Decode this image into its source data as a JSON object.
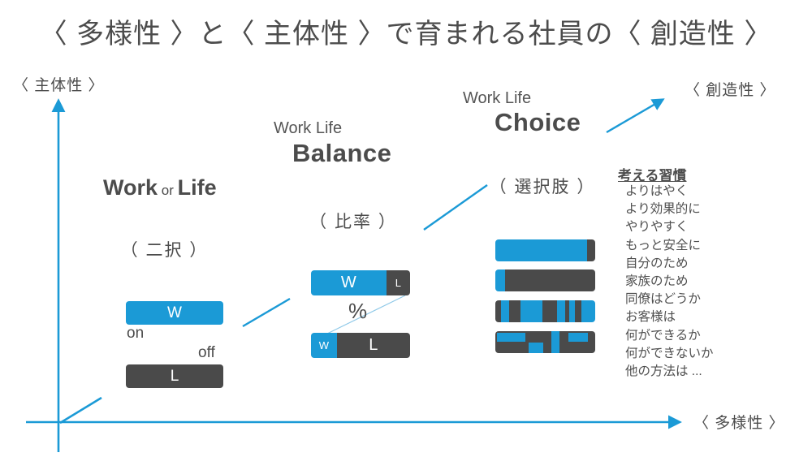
{
  "title": "〈 多様性 〉と〈 主体性 〉で育まれる社員の〈 創造性 〉",
  "colors": {
    "blue": "#1b9ad6",
    "dark": "#4a4a4a",
    "text": "#4d4d4d",
    "light_blue": "#8fc9e8"
  },
  "axes": {
    "y_label": "〈 主体性 〉",
    "x_label": "〈 多様性 〉",
    "diagonal_label": "〈 創造性 〉"
  },
  "stages": [
    {
      "id": "work-or-life",
      "heading_parts": {
        "bold1": "Work",
        "mid": " or ",
        "bold2": "Life"
      },
      "subtitle": "（ 二択 ）",
      "bars": [
        {
          "color": "blue",
          "label": "W",
          "tag": "on"
        },
        {
          "color": "dark",
          "label": "L",
          "tag": "off"
        }
      ]
    },
    {
      "id": "work-life-balance",
      "heading_top": "Work Life",
      "heading_bold": "Balance",
      "subtitle": "（ 比率 ）",
      "percent_label": "%",
      "bars": [
        {
          "segments": [
            {
              "color": "blue",
              "w": 76,
              "label": "W",
              "size": "lg"
            },
            {
              "color": "dark",
              "w": 24,
              "label": "L",
              "size": "sm"
            }
          ]
        },
        {
          "segments": [
            {
              "color": "blue",
              "w": 26,
              "label": "W",
              "size": "sm"
            },
            {
              "color": "dark",
              "w": 74,
              "label": "L",
              "size": "lg"
            }
          ]
        }
      ]
    },
    {
      "id": "work-life-choice",
      "heading_top": "Work Life",
      "heading_bold": "Choice",
      "subtitle": "（ 選択肢 ）",
      "bars": [
        {
          "type": "segments",
          "segments": [
            {
              "color": "blue",
              "w": 92
            },
            {
              "color": "dark",
              "w": 8
            }
          ]
        },
        {
          "type": "segments",
          "segments": [
            {
              "color": "blue",
              "w": 10
            },
            {
              "color": "dark",
              "w": 90
            }
          ]
        },
        {
          "type": "segments",
          "segments": [
            {
              "color": "dark",
              "w": 6
            },
            {
              "color": "blue",
              "w": 8
            },
            {
              "color": "dark",
              "w": 11
            },
            {
              "color": "blue",
              "w": 22
            },
            {
              "color": "dark",
              "w": 15
            },
            {
              "color": "blue",
              "w": 8
            },
            {
              "color": "dark",
              "w": 4
            },
            {
              "color": "blue",
              "w": 6
            },
            {
              "color": "dark",
              "w": 6
            },
            {
              "color": "blue",
              "w": 14
            }
          ]
        },
        {
          "type": "mosaic",
          "base": "dark",
          "blocks": [
            {
              "l": 2,
              "t": 6,
              "w": 28,
              "h": 44
            },
            {
              "l": 33,
              "t": 50,
              "w": 15,
              "h": 50
            },
            {
              "l": 56,
              "t": 0,
              "w": 8,
              "h": 100
            },
            {
              "l": 73,
              "t": 6,
              "w": 20,
              "h": 44
            }
          ]
        }
      ]
    }
  ],
  "habits": {
    "header": "考える習慣",
    "items": [
      "よりはやく",
      "より効果的に",
      "やりやすく",
      "もっと安全に",
      "自分のため",
      "家族のため",
      "同僚はどうか",
      "お客様は",
      "何ができるか",
      "何ができないか",
      "他の方法は ..."
    ]
  }
}
